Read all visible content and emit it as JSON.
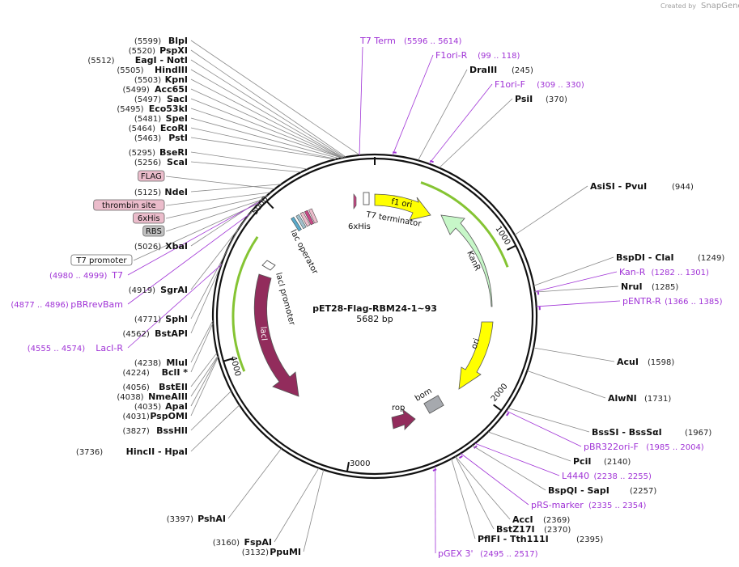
{
  "credit": {
    "created_by": "Created by",
    "brand": "SnapGene"
  },
  "plasmid": {
    "name": "pET28-Flag-RBM24-1~93",
    "length": "5682 bp"
  },
  "ticks": [
    "1000",
    "2000",
    "3000",
    "4000",
    "5000"
  ],
  "left_sites": [
    {
      "pos": "(5599)",
      "name": "BlpI"
    },
    {
      "pos": "(5520)",
      "name": "PspXI"
    },
    {
      "pos": "(5512)",
      "name": "EagI  - NotI"
    },
    {
      "pos": "(5505)",
      "name": "HindIII"
    },
    {
      "pos": "(5503)",
      "name": "KpnI"
    },
    {
      "pos": "(5499)",
      "name": "Acc65I"
    },
    {
      "pos": "(5497)",
      "name": "SacI"
    },
    {
      "pos": "(5495)",
      "name": "Eco53kI"
    },
    {
      "pos": "(5481)",
      "name": "SpeI"
    },
    {
      "pos": "(5464)",
      "name": "EcoRI"
    },
    {
      "pos": "(5463)",
      "name": "PstI"
    },
    {
      "pos": "(5295)",
      "name": "BseRI"
    },
    {
      "pos": "(5256)",
      "name": "ScaI"
    },
    {
      "pos": "(5125)",
      "name": "NdeI"
    },
    {
      "pos": "(5026)",
      "name": "XbaI"
    },
    {
      "pos": "(4919)",
      "name": "SgrAI"
    },
    {
      "pos": "(4771)",
      "name": "SphI"
    },
    {
      "pos": "(4562)",
      "name": "BstAPI"
    },
    {
      "pos": "(4238)",
      "name": "MluI"
    },
    {
      "pos": "(4224)",
      "name": "BclI *"
    },
    {
      "pos": "(4056)",
      "name": "BstEII"
    },
    {
      "pos": "(4038)",
      "name": "NmeAIII"
    },
    {
      "pos": "(4035)",
      "name": "ApaI"
    },
    {
      "pos": "(4031)",
      "name": "PspOMI"
    },
    {
      "pos": "(3827)",
      "name": "BssHII"
    },
    {
      "pos": "(3736)",
      "name": "HincII  - HpaI"
    }
  ],
  "left_primers": [
    {
      "range": "(4980 .. 4999)",
      "name": "T7"
    },
    {
      "range": "(4877 .. 4896)",
      "name": "pBRrevBam"
    },
    {
      "range": "(4555 .. 4574)",
      "name": "LacI-R"
    }
  ],
  "left_features": [
    "FLAG",
    "thrombin site",
    "6xHis",
    "RBS",
    "T7 promoter"
  ],
  "top_primer": {
    "name": "T7 Term",
    "range": "(5596 .. 5614)"
  },
  "right_items": [
    {
      "kind": "primer",
      "name": "F1ori-R",
      "range": "(99 .. 118)"
    },
    {
      "kind": "site",
      "name": "DraIII",
      "pos": "(245)"
    },
    {
      "kind": "primer",
      "name": "F1ori-F",
      "range": "(309 .. 330)"
    },
    {
      "kind": "site",
      "name": "PsiI",
      "pos": "(370)"
    },
    {
      "kind": "site",
      "name": "AsiSI  - PvuI",
      "pos": "(944)"
    },
    {
      "kind": "site",
      "name": "BspDI  - ClaI",
      "pos": "(1249)"
    },
    {
      "kind": "primer",
      "name": "Kan-R",
      "range": "(1282 .. 1301)"
    },
    {
      "kind": "site",
      "name": "NruI",
      "pos": "(1285)"
    },
    {
      "kind": "primer",
      "name": "pENTR-R",
      "range": "(1366 .. 1385)"
    },
    {
      "kind": "site",
      "name": "AcuI",
      "pos": "(1598)"
    },
    {
      "kind": "site",
      "name": "AlwNI",
      "pos": "(1731)"
    },
    {
      "kind": "site",
      "name": "BssSI  - BssSαI",
      "pos": "(1967)"
    },
    {
      "kind": "primer",
      "name": "pBR322ori-F",
      "range": "(1985 .. 2004)"
    },
    {
      "kind": "site",
      "name": "PciI",
      "pos": "(2140)"
    },
    {
      "kind": "primer",
      "name": "L4440",
      "range": "(2238 .. 2255)"
    },
    {
      "kind": "site",
      "name": "BspQI  - SapI",
      "pos": "(2257)"
    },
    {
      "kind": "primer",
      "name": "pRS-marker",
      "range": "(2335 .. 2354)"
    },
    {
      "kind": "site",
      "name": "AccI",
      "pos": "(2369)"
    },
    {
      "kind": "site",
      "name": "BstZ17I",
      "pos": "(2370)"
    },
    {
      "kind": "site",
      "name": "PflFI  - Tth111I",
      "pos": "(2395)"
    },
    {
      "kind": "primer",
      "name": "pGEX 3'",
      "range": "(2495 .. 2517)"
    }
  ],
  "bottom_sites": [
    {
      "pos": "(3397)",
      "name": "PshAI"
    },
    {
      "pos": "(3160)",
      "name": "FspAI"
    },
    {
      "pos": "(3132)",
      "name": "PpuMI"
    }
  ],
  "inner_features": {
    "f1_ori": "f1 ori",
    "t7_terminator": "T7 terminator",
    "his": "6xHis",
    "kanr": "KanR",
    "ori": "ori",
    "bom": "bom",
    "rop": "rop",
    "laci": "lacI",
    "laci_promoter": "lacI promoter",
    "lac_operator": "lac operator"
  },
  "colors": {
    "enzyme": "#111111",
    "primer": "#a033d6",
    "backbone": "#111111",
    "f1_ori": "#ffff00",
    "kanr": "#c7f7c8",
    "ori": "#ffff00",
    "laci": "#922c5c",
    "rop": "#922c5c",
    "bom": "#a6a9ae",
    "feature_box": "#ebbccb",
    "rbs_box": "#c0c0c0",
    "orf_line": "#85c433"
  }
}
